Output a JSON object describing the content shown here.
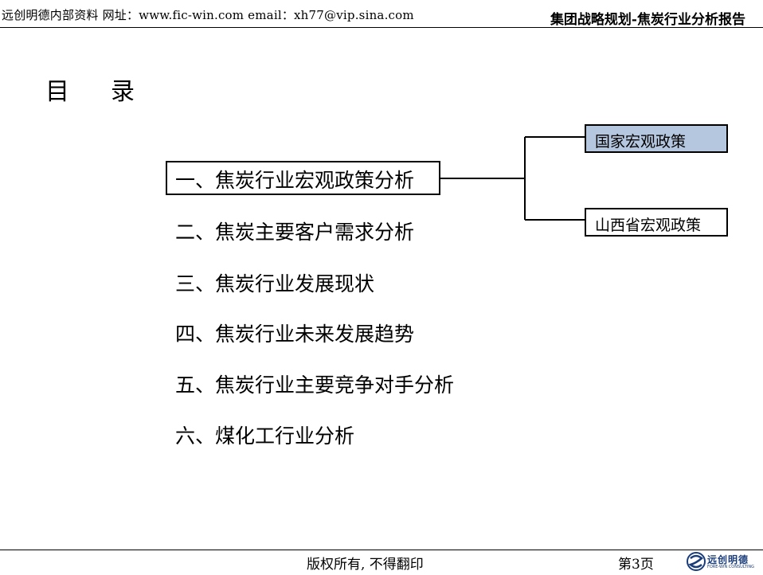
{
  "header": {
    "left": "远创明德内部资料  网址：www.fic-win.com  email：xh77@vip.sina.com",
    "right": "集团战略规划-焦炭行业分析报告"
  },
  "title": "目录",
  "toc": {
    "items": [
      "一、焦炭行业宏观政策分析",
      "二、焦炭主要客户需求分析",
      "三、焦炭行业发展现状",
      "四、焦炭行业未来发展趋势",
      "五、焦炭行业主要竞争对手分析",
      "六、煤化工行业分析"
    ],
    "selected_index": 0
  },
  "subtopics": {
    "items": [
      "国家宏观政策",
      "山西省宏观政策"
    ],
    "active_index": 0,
    "active_color": "#b4c7df"
  },
  "footer": {
    "copyright": "版权所有, 不得翻印",
    "page": "第3页",
    "logo_text": "远创明德",
    "logo_subtext": "FORE-WIN CONSULTING"
  }
}
